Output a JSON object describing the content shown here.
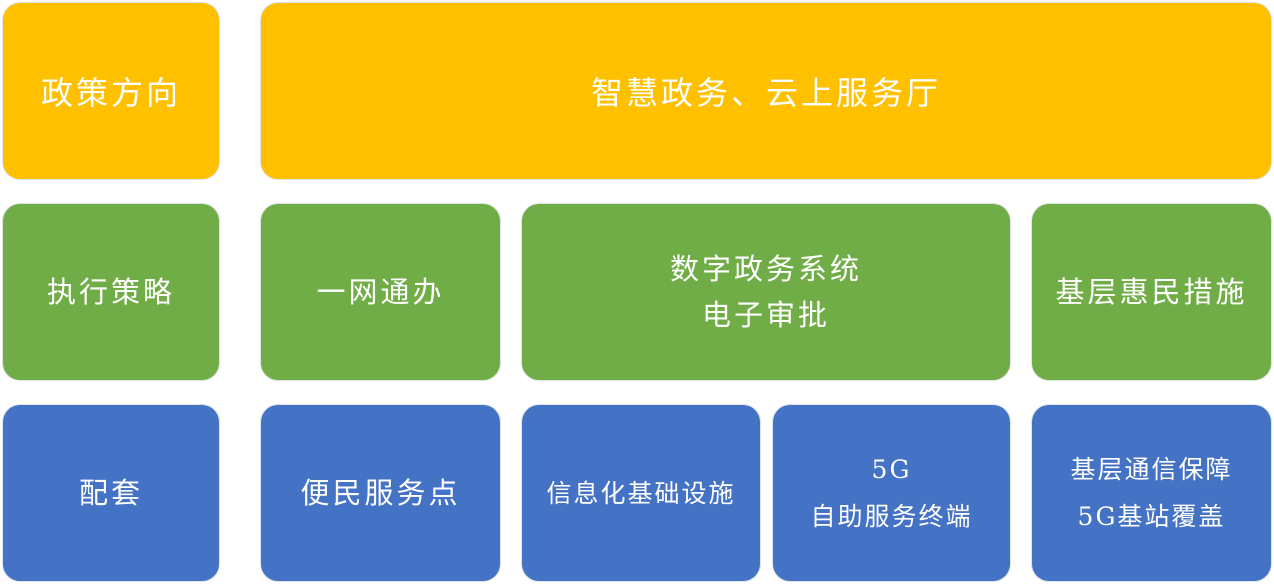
{
  "colors": {
    "policy": "#FFC000",
    "strategy": "#70AD47",
    "support": "#4472C4"
  },
  "rows": {
    "policy": {
      "label": "政策方向",
      "items": [
        "智慧政务、云上服务厅"
      ]
    },
    "strategy": {
      "label": "执行策略",
      "items": [
        [
          "一网通办"
        ],
        [
          "数字政务系统",
          "电子审批"
        ],
        [
          "基层惠民措施"
        ]
      ]
    },
    "support": {
      "label": "配套",
      "items": [
        [
          "便民服务点"
        ],
        [
          "信息化基础设施"
        ],
        [
          "5G",
          "自助服务终端"
        ],
        [
          "基层通信保障",
          "5G基站覆盖"
        ]
      ]
    }
  }
}
